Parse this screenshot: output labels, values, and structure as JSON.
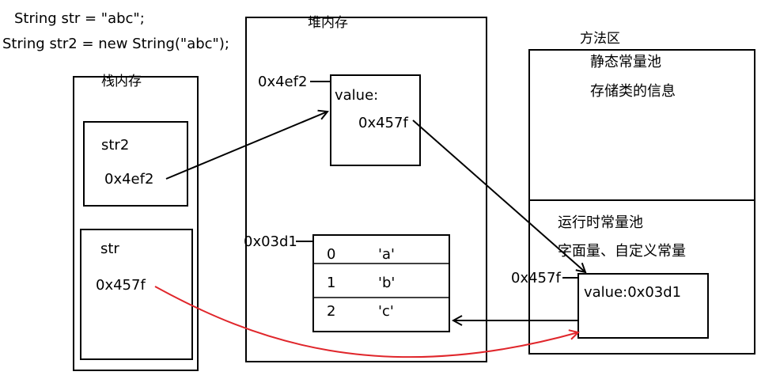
{
  "code": {
    "line1": "String str = \"abc\";",
    "line2": "String str2 = new String(\"abc\");"
  },
  "stack": {
    "title": "栈内存",
    "str2_name": "str2",
    "str2_value": "0x4ef2",
    "str_name": "str",
    "str_value": "0x457f"
  },
  "heap": {
    "title": "堆内存",
    "object_address": "0x4ef2",
    "object_field": "value:",
    "object_value": "0x457f",
    "array_address": "0x03d1",
    "array": [
      {
        "index": "0",
        "char": "'a'"
      },
      {
        "index": "1",
        "char": "'b'"
      },
      {
        "index": "2",
        "char": "'c'"
      }
    ]
  },
  "method_area": {
    "title": "方法区",
    "static_pool_title": "静态常量池",
    "static_pool_desc": "存储类的信息",
    "runtime_pool_title": "运行时常量池",
    "runtime_pool_desc": "字面量、自定义常量",
    "string_address": "0x457f",
    "string_value": "value:0x03d1"
  },
  "colors": {
    "line": "#000000",
    "red_arrow": "#e0262b"
  }
}
